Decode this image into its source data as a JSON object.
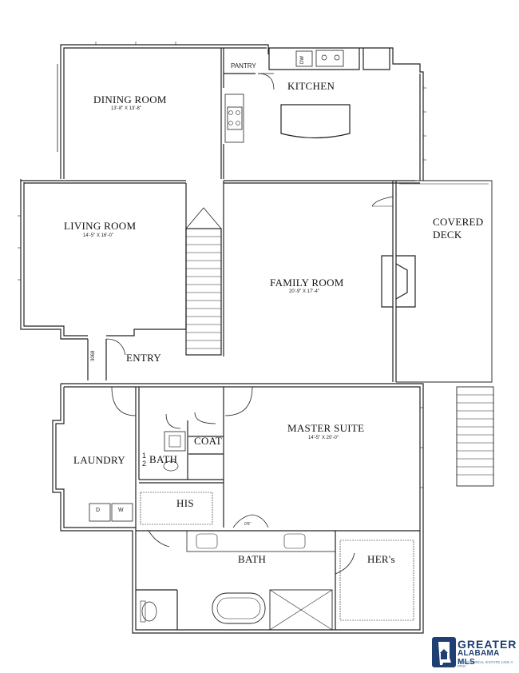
{
  "rooms": {
    "dining": {
      "name": "DINING ROOM",
      "dims": "13'-8\" X 13'-8\""
    },
    "kitchen": {
      "name": "KITCHEN"
    },
    "pantry": {
      "name": "PANTRY"
    },
    "dw": {
      "name": "DW"
    },
    "living": {
      "name": "LIVING ROOM",
      "dims": "14'-5\" X 16'-0\""
    },
    "family": {
      "name": "FAMILY ROOM",
      "dims": "20'-9\" X 17'-4\""
    },
    "covered_deck": {
      "name_line1": "COVERED",
      "name_line2": "DECK"
    },
    "entry": {
      "name": "ENTRY",
      "door_size": "3068"
    },
    "master": {
      "name": "MASTER SUITE",
      "dims": "14'-5\" X 20'-0\""
    },
    "laundry": {
      "name": "LAUNDRY",
      "dryer": "D",
      "washer": "W"
    },
    "half_bath": {
      "fraction_top": "1",
      "fraction_bottom": "2",
      "name": "BATH"
    },
    "coat": {
      "name": "COAT"
    },
    "his": {
      "name": "HIS"
    },
    "bath": {
      "name": "BATH",
      "door_size": "0'6\""
    },
    "hers": {
      "name": "HER's"
    }
  },
  "logo": {
    "line1": "GREATER",
    "line2": "ALABAMA MLS",
    "tagline": "SEARCH REAL ESTATE LIKE A PRO",
    "primary_color": "#1f3f73",
    "accent_color": "#3a6fb0"
  }
}
